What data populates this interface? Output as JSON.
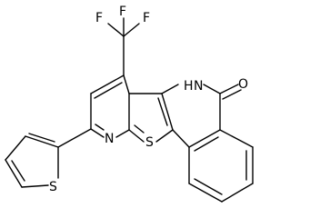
{
  "atoms": {
    "fluorine_1": "F",
    "fluorine_2": "F",
    "fluorine_3": "F",
    "amide_nitrogen": "N",
    "amide_hydrogen": "H",
    "carbonyl_oxygen": "O",
    "pyridine_nitrogen": "N",
    "fused_sulfur": "S",
    "thiophene_sulfur": "S"
  },
  "colors": {
    "bond": "#000000",
    "label": "#000000",
    "background": "#ffffff"
  }
}
